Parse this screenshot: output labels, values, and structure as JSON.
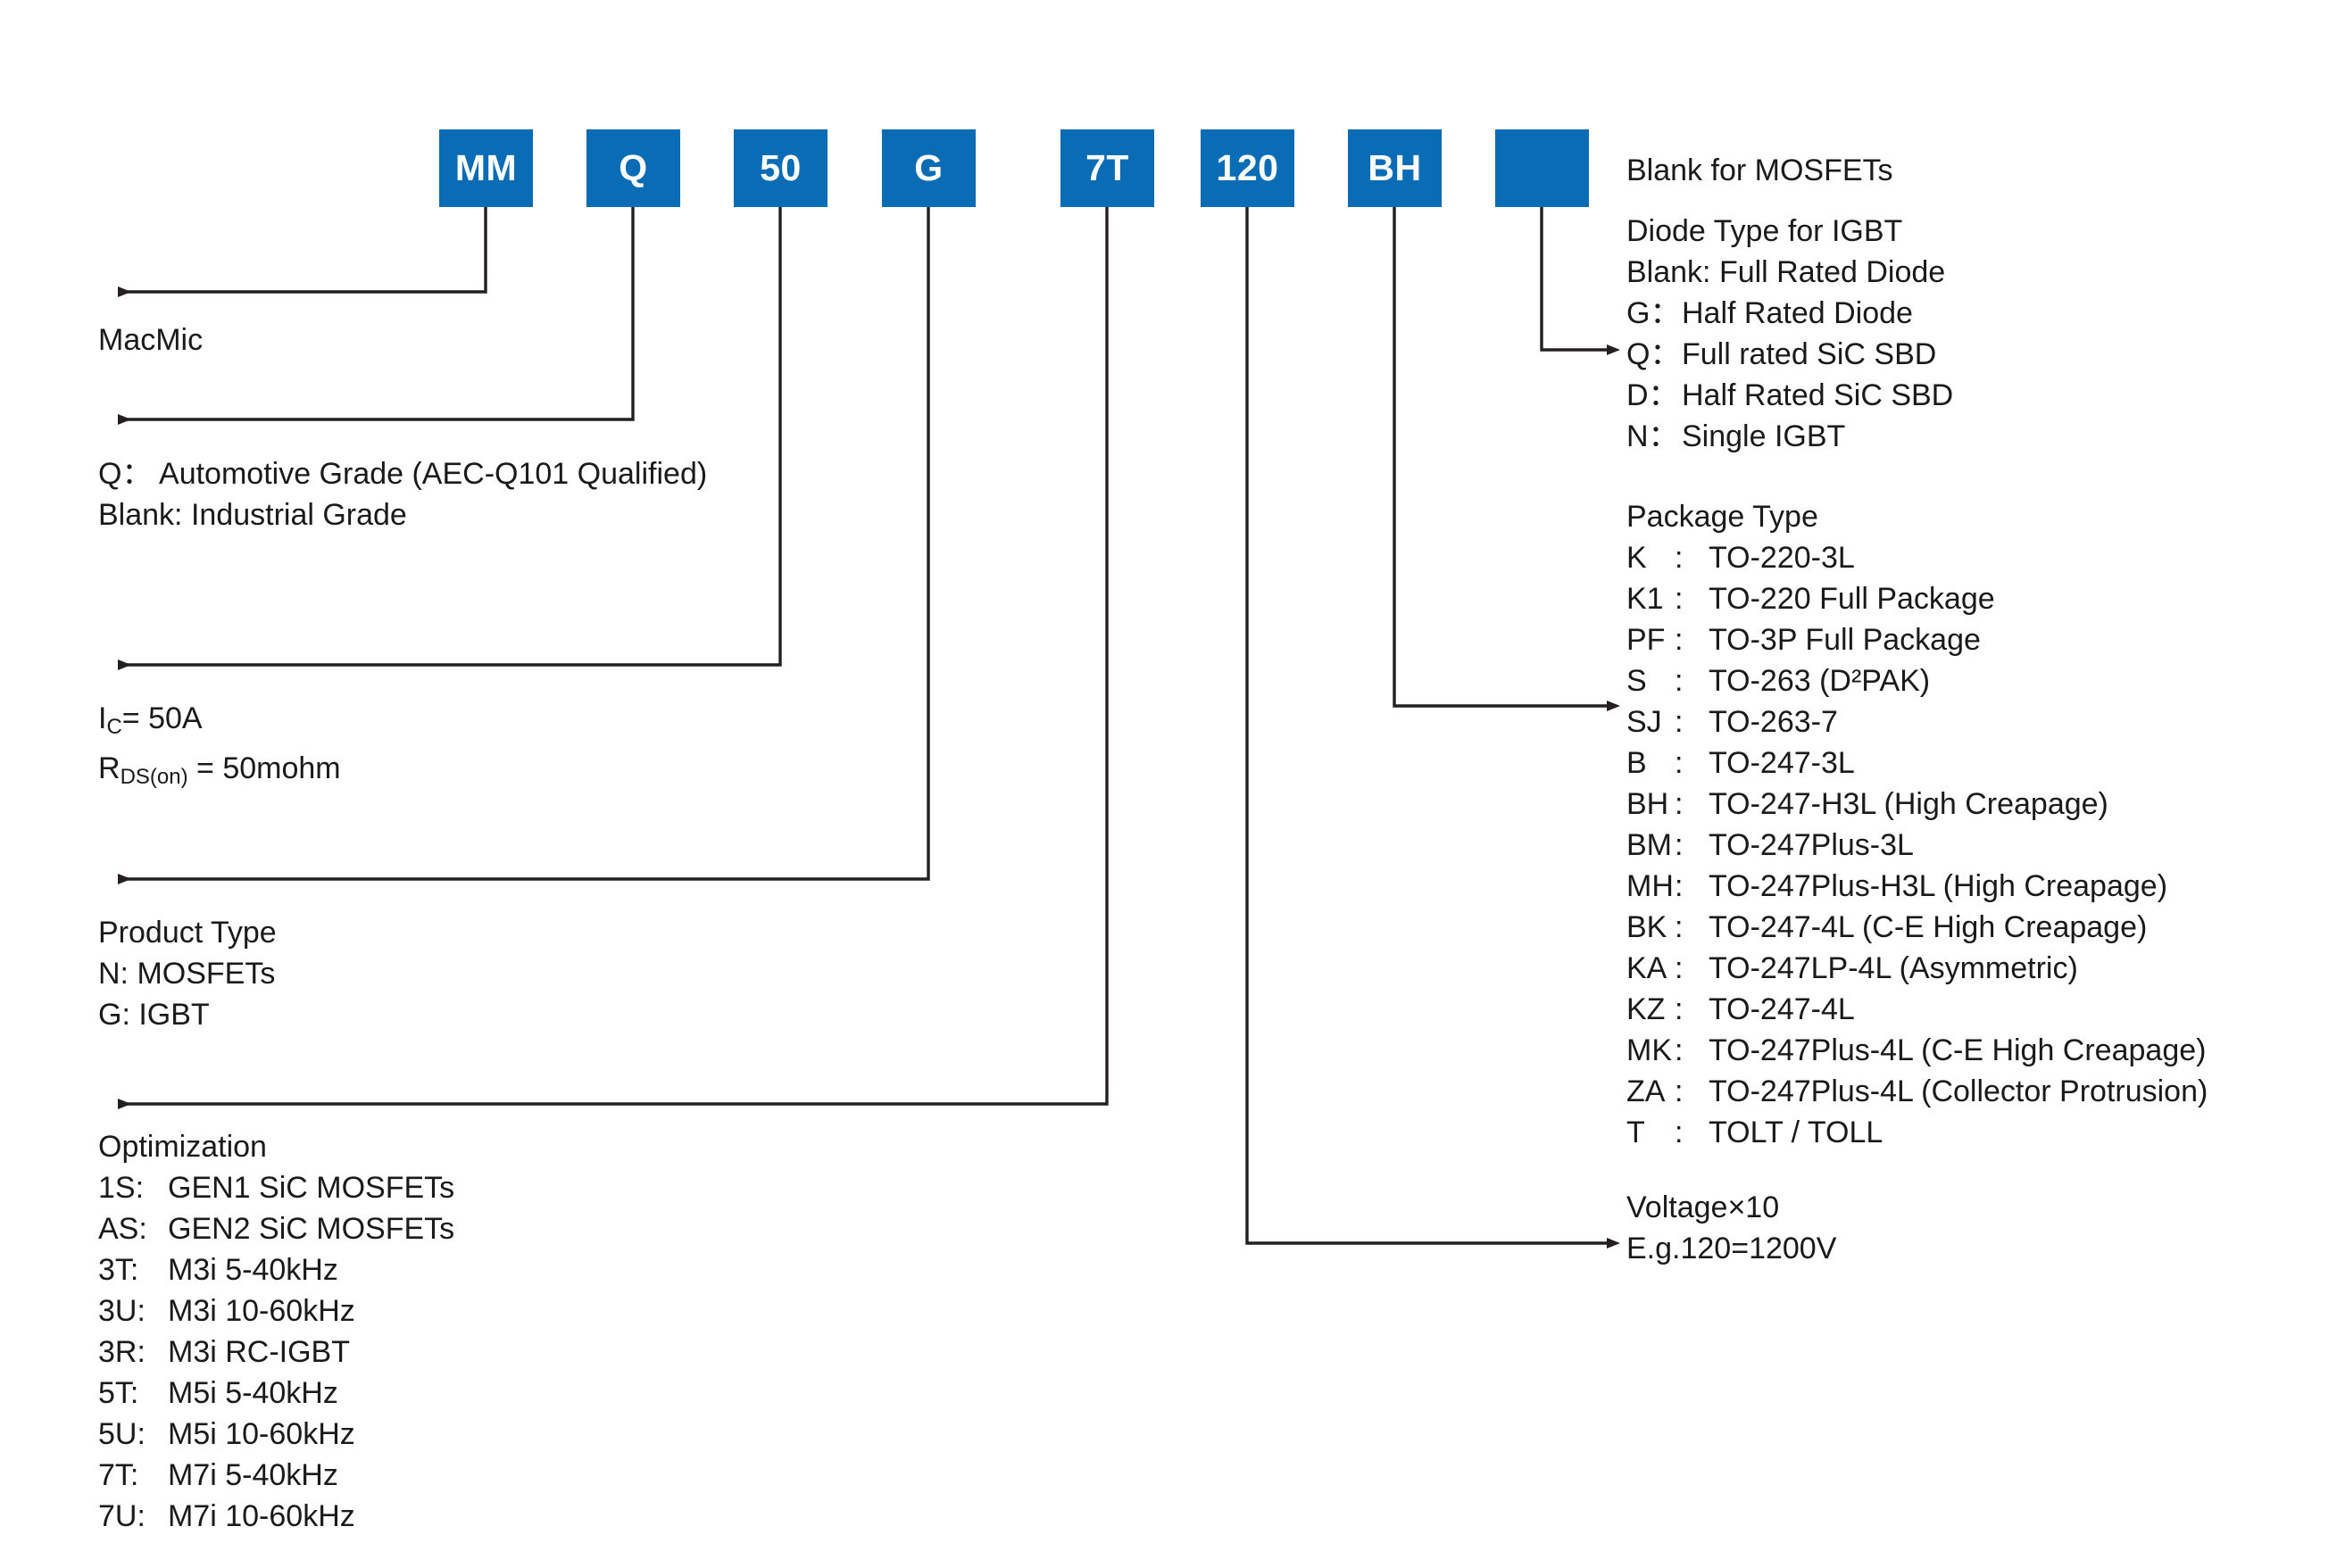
{
  "brand_color": "#0a6cb4",
  "line_color": "#231f20",
  "part_number": {
    "segments": [
      {
        "label": "MM"
      },
      {
        "label": "Q"
      },
      {
        "label": "50"
      },
      {
        "label": "G"
      },
      {
        "label": "7T"
      },
      {
        "label": "120"
      },
      {
        "label": "BH"
      },
      {
        "label": ""
      }
    ]
  },
  "left_callouts": {
    "manufacturer": {
      "text": "MacMic"
    },
    "grade": {
      "lines": [
        "Q： Automotive Grade (AEC-Q101 Qualified)",
        "Blank: Industrial Grade"
      ]
    },
    "rating": {
      "line1_prefix": "I",
      "line1_sub": "C",
      "line1_rest": "= 50A",
      "line2_prefix": "R",
      "line2_sub": "DS(on)",
      "line2_rest": " = 50mohm"
    },
    "product_type": {
      "heading": "Product Type",
      "lines": [
        "N: MOSFETs",
        "G: IGBT"
      ]
    },
    "optimization": {
      "heading": "Optimization",
      "items": [
        {
          "code": "1S:",
          "desc": "GEN1 SiC MOSFETs"
        },
        {
          "code": "AS:",
          "desc": "GEN2 SiC MOSFETs"
        },
        {
          "code": "3T:",
          "desc": "M3i 5-40kHz"
        },
        {
          "code": "3U:",
          "desc": "M3i 10-60kHz"
        },
        {
          "code": "3R:",
          "desc": "M3i RC-IGBT"
        },
        {
          "code": "5T:",
          "desc": "M5i 5-40kHz"
        },
        {
          "code": "5U:",
          "desc": "M5i 10-60kHz"
        },
        {
          "code": "7T:",
          "desc": "M7i 5-40kHz"
        },
        {
          "code": "7U:",
          "desc": "M7i 10-60kHz"
        }
      ]
    }
  },
  "right_callouts": {
    "blank_note": "Blank for MOSFETs",
    "diode_type": {
      "heading": "Diode Type for IGBT",
      "blank_line": "Blank: Full Rated Diode",
      "items": [
        {
          "code": "G：",
          "desc": "Half Rated Diode"
        },
        {
          "code": "Q：",
          "desc": "Full rated SiC SBD"
        },
        {
          "code": "D：",
          "desc": "Half Rated SiC SBD"
        },
        {
          "code": "N：",
          "desc": "Single IGBT"
        }
      ]
    },
    "package_type": {
      "heading": "Package Type",
      "items": [
        {
          "code": "K",
          "sep": ":",
          "desc": "TO-220-3L"
        },
        {
          "code": "K1",
          "sep": ":",
          "desc": "TO-220 Full Package"
        },
        {
          "code": "PF",
          "sep": ":",
          "desc": "TO-3P Full Package"
        },
        {
          "code": "S",
          "sep": ":",
          "desc": "TO-263 (D²PAK)"
        },
        {
          "code": "SJ",
          "sep": ":",
          "desc": "TO-263-7"
        },
        {
          "code": "B",
          "sep": ":",
          "desc": "TO-247-3L"
        },
        {
          "code": "BH",
          "sep": ":",
          "desc": "TO-247-H3L (High Creapage)"
        },
        {
          "code": "BM",
          "sep": ":",
          "desc": "TO-247Plus-3L"
        },
        {
          "code": "MH",
          "sep": ":",
          "desc": "TO-247Plus-H3L (High Creapage)"
        },
        {
          "code": "BK",
          "sep": ":",
          "desc": "TO-247-4L (C-E High Creapage)"
        },
        {
          "code": "KA",
          "sep": ":",
          "desc": "TO-247LP-4L (Asymmetric)"
        },
        {
          "code": "KZ",
          "sep": ":",
          "desc": "TO-247-4L"
        },
        {
          "code": "MK",
          "sep": ":",
          "desc": "TO-247Plus-4L (C-E High Creapage)"
        },
        {
          "code": "ZA",
          "sep": ":",
          "desc": "TO-247Plus-4L (Collector Protrusion)"
        },
        {
          "code": "T",
          "sep": ":",
          "desc": "TOLT / TOLL"
        }
      ]
    },
    "voltage": {
      "heading": "Voltage×10",
      "example": "E.g.120=1200V"
    }
  }
}
